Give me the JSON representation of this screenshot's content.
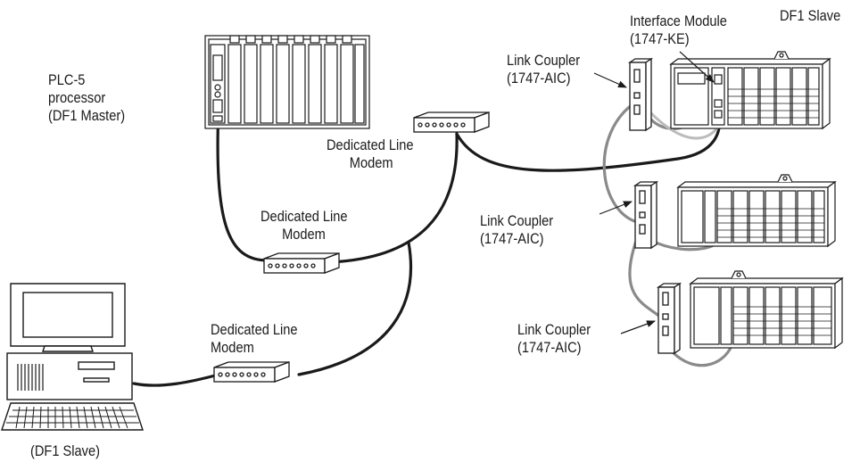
{
  "labels": {
    "plc5": [
      "PLC-5",
      "processor",
      "(DF1 Master)"
    ],
    "modem_top": [
      "Dedicated Line",
      "Modem"
    ],
    "modem_mid": [
      "Dedicated Line",
      "Modem"
    ],
    "modem_bottom": [
      "Dedicated Line",
      "Modem"
    ],
    "pc": "(DF1 Slave)",
    "interface_module": [
      "Interface Module",
      "(1747-KE)"
    ],
    "df1_slave_top": "DF1 Slave",
    "link_coupler_1": [
      "Link Coupler",
      "(1747-AIC)"
    ],
    "link_coupler_2": [
      "Link Coupler",
      "(1747-AIC)"
    ],
    "link_coupler_3": [
      "Link Coupler",
      "(1747-AIC)"
    ]
  },
  "colors": {
    "ink": "#1a1a1a",
    "cable_gray": "#8a8a8a",
    "cable_light": "#bcbcbc"
  }
}
